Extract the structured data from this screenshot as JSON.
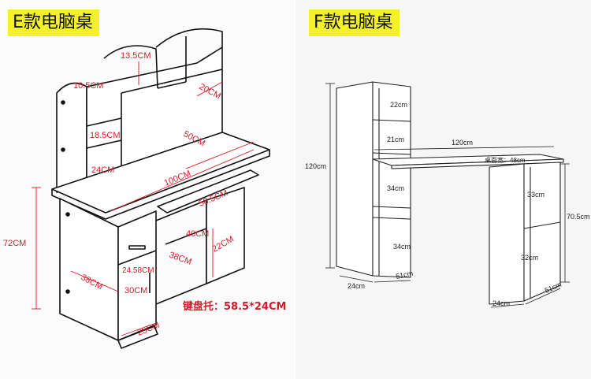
{
  "left_panel": {
    "title": "E款电脑桌",
    "dims": {
      "top_shelf_height": "13.5CM",
      "left_shelf_height": "10.5CM",
      "middle_shelf_height": "18.5CM",
      "lower_shelf_height": "24CM",
      "hutch_depth": "20CM",
      "desk_depth": "50CM",
      "desk_width": "100CM",
      "keyboard_width": "58.5CM",
      "total_height": "72CM",
      "drawer_height": "24.58CM",
      "cabinet_door_height": "30CM",
      "cabinet_width": "38CM",
      "cabinet_depth": "38CM",
      "open_shelf_height": "40CM",
      "open_shelf_width": "22CM",
      "base_depth": "25CM"
    },
    "keyboard_tray": "键盘托：58.5*24CM"
  },
  "right_panel": {
    "title": "F款电脑桌",
    "dims": {
      "shelf_top": "22cm",
      "shelf_second": "21cm",
      "desk_length": "120cm",
      "desktop_width_label": "桌面宽：48cm",
      "tower_height": "120cm",
      "shelf_third": "34cm",
      "shelf_fourth": "34cm",
      "right_upper": "33cm",
      "right_lower": "32cm",
      "desk_height": "70.5cm",
      "tower_width": "24cm",
      "tower_depth": "51cm",
      "right_width": "24cm",
      "right_depth": "51cm"
    }
  }
}
